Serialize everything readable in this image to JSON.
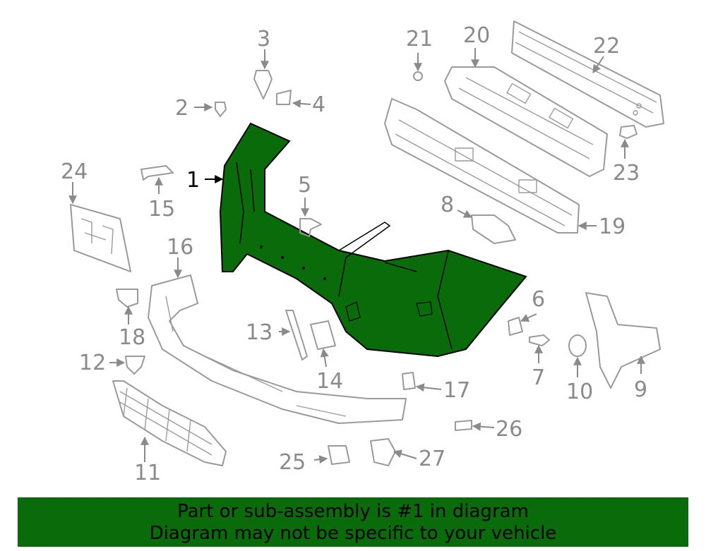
{
  "highlight_color": "#0a6b0a",
  "banner": {
    "line1": "Part or sub-assembly is #1 in diagram",
    "line2": "Diagram may not be specific to your vehicle"
  },
  "callouts": {
    "c1": "1",
    "c2": "2",
    "c3": "3",
    "c4": "4",
    "c5": "5",
    "c6": "6",
    "c7": "7",
    "c8": "8",
    "c9": "9",
    "c10": "10",
    "c11": "11",
    "c12": "12",
    "c13": "13",
    "c14": "14",
    "c15": "15",
    "c16": "16",
    "c17": "17",
    "c18": "18",
    "c19": "19",
    "c20": "20",
    "c21": "21",
    "c22": "22",
    "c23": "23",
    "c24": "24",
    "c25": "25",
    "c26": "26",
    "c27": "27"
  }
}
